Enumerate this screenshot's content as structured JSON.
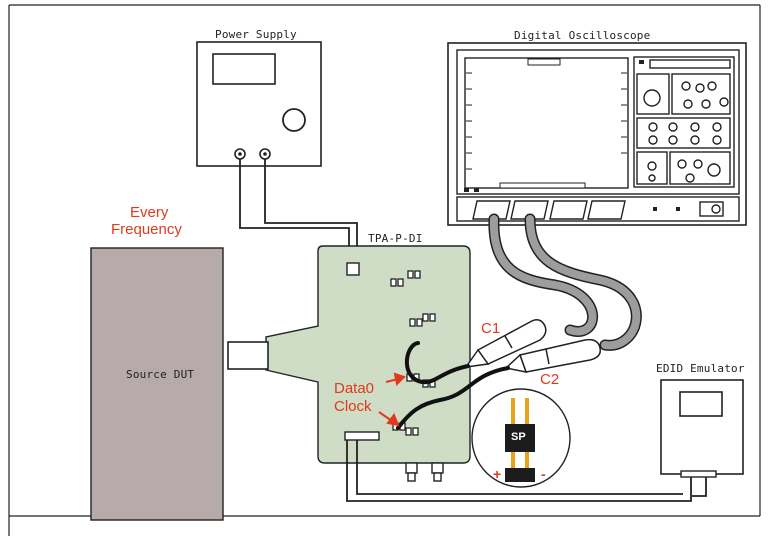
{
  "labels": {
    "power_supply": "Power Supply",
    "oscilloscope": "Digital Oscilloscope",
    "every": "Every",
    "frequency": "Frequency",
    "fixture": "TPA-P-DI",
    "source_dut": "Source DUT",
    "c1": "C1",
    "c2": "C2",
    "data0": "Data0",
    "clock": "Clock",
    "edid": "EDID Emulator",
    "sp": "SP",
    "plus": "+",
    "minus": "-"
  },
  "colors": {
    "accent_red": "#e03a1e",
    "fixture_green": "#cfddc6",
    "dut_gray": "#b7aaaa",
    "cable_gray": "#9d9d9d",
    "outline": "#222222",
    "jumper_gold": "#e6a416"
  }
}
